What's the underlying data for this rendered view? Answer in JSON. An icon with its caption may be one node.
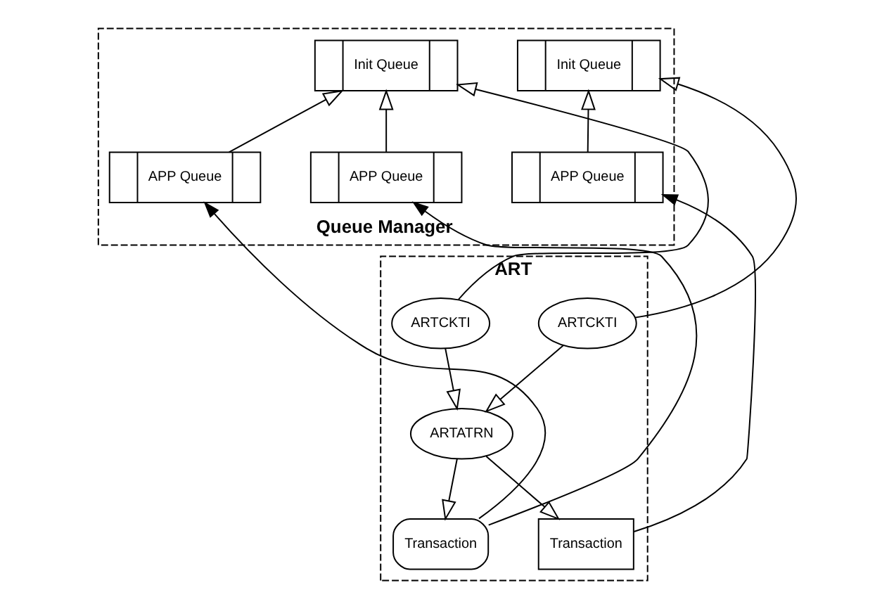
{
  "diagram": {
    "nodes": [
      {
        "text": [
          "Queue Manager"
        ]
      },
      {
        "text": [
          "APP Queue"
        ],
        "in": 0
      },
      {
        "text": [
          "APP Queue"
        ],
        "in": 0
      },
      {
        "text": [
          "Init Queue"
        ],
        "in": 0
      },
      {
        "text": [
          "Init Queue"
        ],
        "in": 0
      },
      {
        "text": [
          "APP Queue"
        ],
        "in": 0
      },
      {
        "text": [
          "ART"
        ]
      },
      {
        "text": [
          "ARTCKTI"
        ],
        "in": 6
      },
      {
        "text": [
          "ARTCKTI"
        ],
        "in": 6
      },
      {
        "text": [
          "ARTATRN"
        ],
        "in": 6
      },
      {
        "text": [
          "Transaction"
        ],
        "in": 6
      },
      {
        "text": [
          "Transaction"
        ],
        "in": 6
      }
    ],
    "edges": [
      {
        "from": 1,
        "to": 3,
        "arrow": "to"
      },
      {
        "from": 2,
        "to": 3,
        "arrow": "to"
      },
      {
        "from": 5,
        "to": 4,
        "arrow": "to"
      },
      {
        "from": 7,
        "to": 3,
        "arrow": "to"
      },
      {
        "from": 8,
        "to": 4,
        "arrow": "to"
      },
      {
        "from": 7,
        "to": 9,
        "arrow": "to"
      },
      {
        "from": 8,
        "to": 9,
        "arrow": "to"
      },
      {
        "from": 9,
        "to": 10,
        "arrow": "to"
      },
      {
        "from": 9,
        "to": 11,
        "arrow": "to"
      },
      {
        "from": 10,
        "to": 1,
        "arrow": "to"
      },
      {
        "from": 10,
        "to": 2,
        "arrow": "to"
      },
      {
        "from": 11,
        "to": 5,
        "arrow": "to"
      }
    ]
  }
}
